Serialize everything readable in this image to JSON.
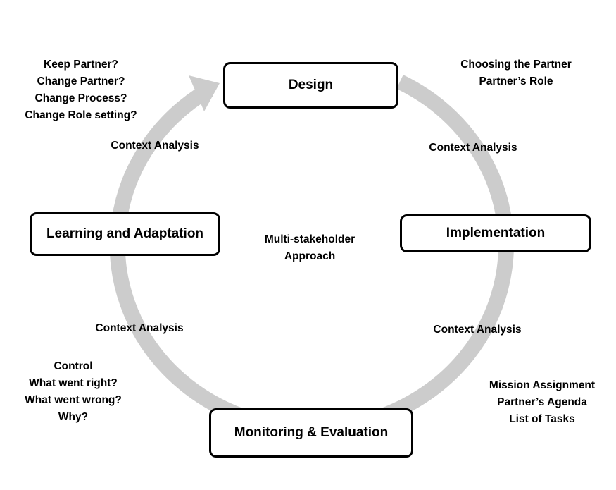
{
  "colors": {
    "ring": "#cccccc",
    "box_border": "#000000",
    "text": "#000000",
    "background": "#ffffff"
  },
  "stages": {
    "design": "Design",
    "implementation": "Implementation",
    "monitoring": "Monitoring & Evaluation",
    "learning": "Learning and Adaptation"
  },
  "center": [
    "Multi-stakeholder",
    "Approach"
  ],
  "context_label": "Context Analysis",
  "notes": {
    "top_left": [
      "Keep Partner?",
      "Change Partner?",
      "Change Process?",
      "Change Role setting?"
    ],
    "top_right": [
      "Choosing the Partner",
      "Partner’s Role"
    ],
    "bottom_left": [
      "Control",
      "What went right?",
      "What went wrong?",
      "Why?"
    ],
    "bottom_right": [
      "Mission Assignment",
      "Partner’s Agenda",
      "List of Tasks"
    ]
  }
}
